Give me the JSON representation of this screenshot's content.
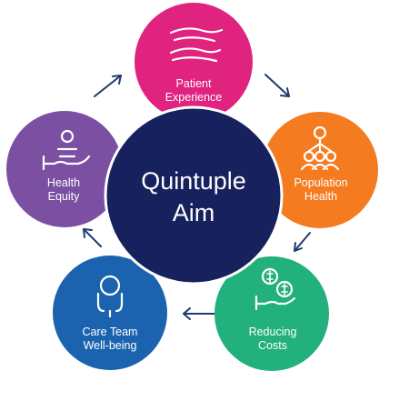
{
  "center": {
    "line1": "Quintuple",
    "line2": "Aim",
    "color": "#16215e"
  },
  "nodes": {
    "patient_experience": {
      "line1": "Patient",
      "line2": "Experience",
      "color": "#e0237e",
      "icon": "hands-icon"
    },
    "population_health": {
      "line1": "Population",
      "line2": "Health",
      "color": "#f47b20",
      "icon": "people-network-icon"
    },
    "reducing_costs": {
      "line1": "Reducing",
      "line2": "Costs",
      "color": "#22b07d",
      "icon": "hand-coins-icon"
    },
    "care_team_wellbeing": {
      "line1": "Care Team",
      "line2": "Well-being",
      "color": "#1b63ae",
      "icon": "stethoscope-icon"
    },
    "health_equity": {
      "line1": "Health",
      "line2": "Equity",
      "color": "#7b4fa2",
      "icon": "hand-person-icon"
    }
  },
  "arrow_color": "#1e3a6e"
}
